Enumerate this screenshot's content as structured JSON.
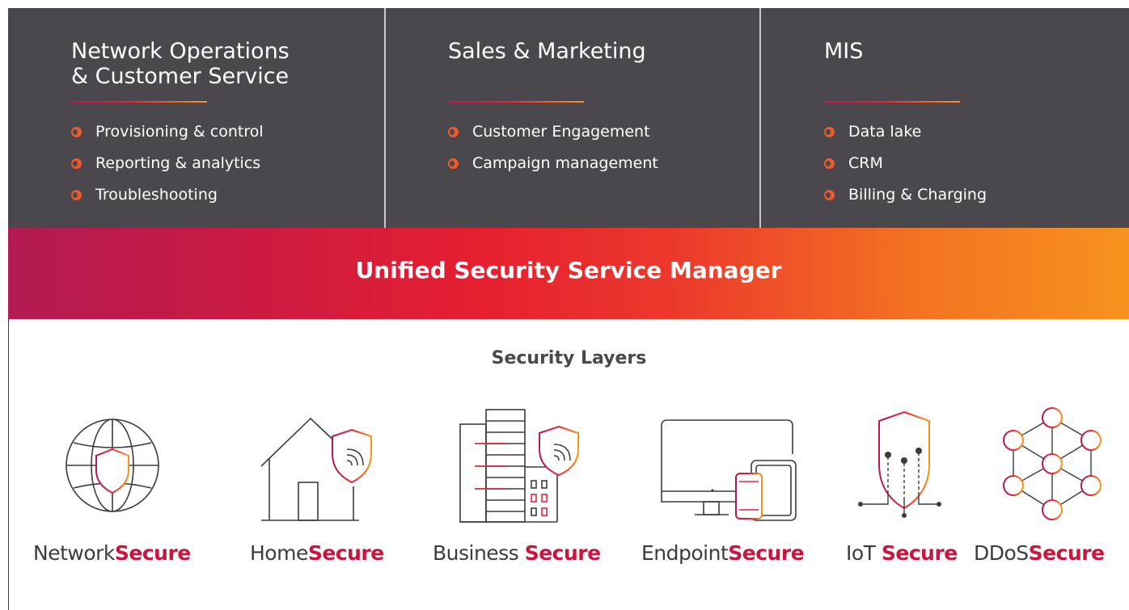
{
  "columns": [
    {
      "title": "Network Operations\n& Customer Service",
      "items": [
        "Provisioning & control",
        "Reporting & analytics",
        "Troubleshooting"
      ]
    },
    {
      "title": "Sales & Marketing",
      "items": [
        "Customer Engagement",
        "Campaign management"
      ]
    },
    {
      "title": "MIS",
      "items": [
        "Data lake",
        "CRM",
        "Billing & Charging"
      ]
    }
  ],
  "banner": {
    "title": "Unified Security Service Manager"
  },
  "security_layers": {
    "title": "Security Layers",
    "products": [
      {
        "name_a": "Network",
        "name_b": "Secure",
        "icon": "globe-shield-icon"
      },
      {
        "name_a": "Home",
        "name_b": "Secure",
        "icon": "house-shield-icon"
      },
      {
        "name_a": "Business ",
        "name_b": "Secure",
        "icon": "building-shield-icon"
      },
      {
        "name_a": "Endpoint",
        "name_b": "Secure",
        "icon": "devices-icon"
      },
      {
        "name_a": "IoT ",
        "name_b": "Secure",
        "icon": "iot-shield-icon"
      },
      {
        "name_a": "DDoS",
        "name_b": "Secure",
        "icon": "network-nodes-icon"
      }
    ]
  },
  "colors": {
    "panel": "#4a484c",
    "accent_red": "#c8163f",
    "accent_orange": "#f7941d",
    "bullet": "#f0592a",
    "text_dark": "#3d3b3f"
  }
}
